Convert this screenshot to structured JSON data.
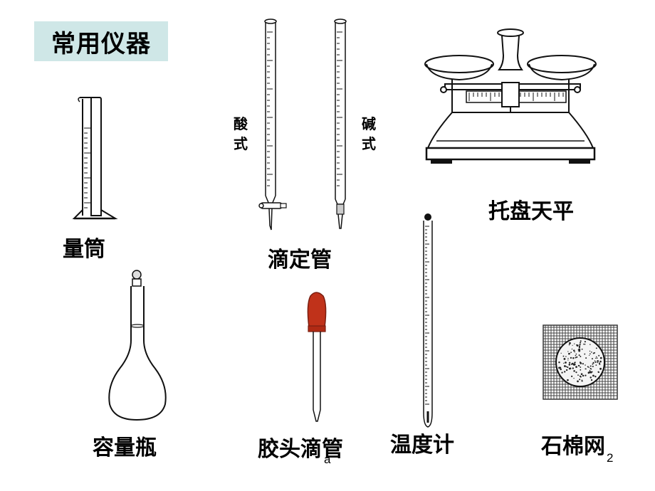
{
  "slide": {
    "title": "常用仪器",
    "page_number": "2",
    "footer_mark": "a"
  },
  "instruments": {
    "graduated_cylinder": "量筒",
    "burette": "滴定管",
    "acid_burette_label": [
      "酸",
      "式"
    ],
    "base_burette_label": [
      "碱",
      "式"
    ],
    "balance": "托盘天平",
    "volumetric_flask": "容量瓶",
    "dropper": "胶头滴管",
    "thermometer": "温度计",
    "asbestos_gauze": "石棉网"
  },
  "colors": {
    "title_bg": "#cfe7e7",
    "dropper_bulb": "#c0321a",
    "line": "#111111"
  }
}
